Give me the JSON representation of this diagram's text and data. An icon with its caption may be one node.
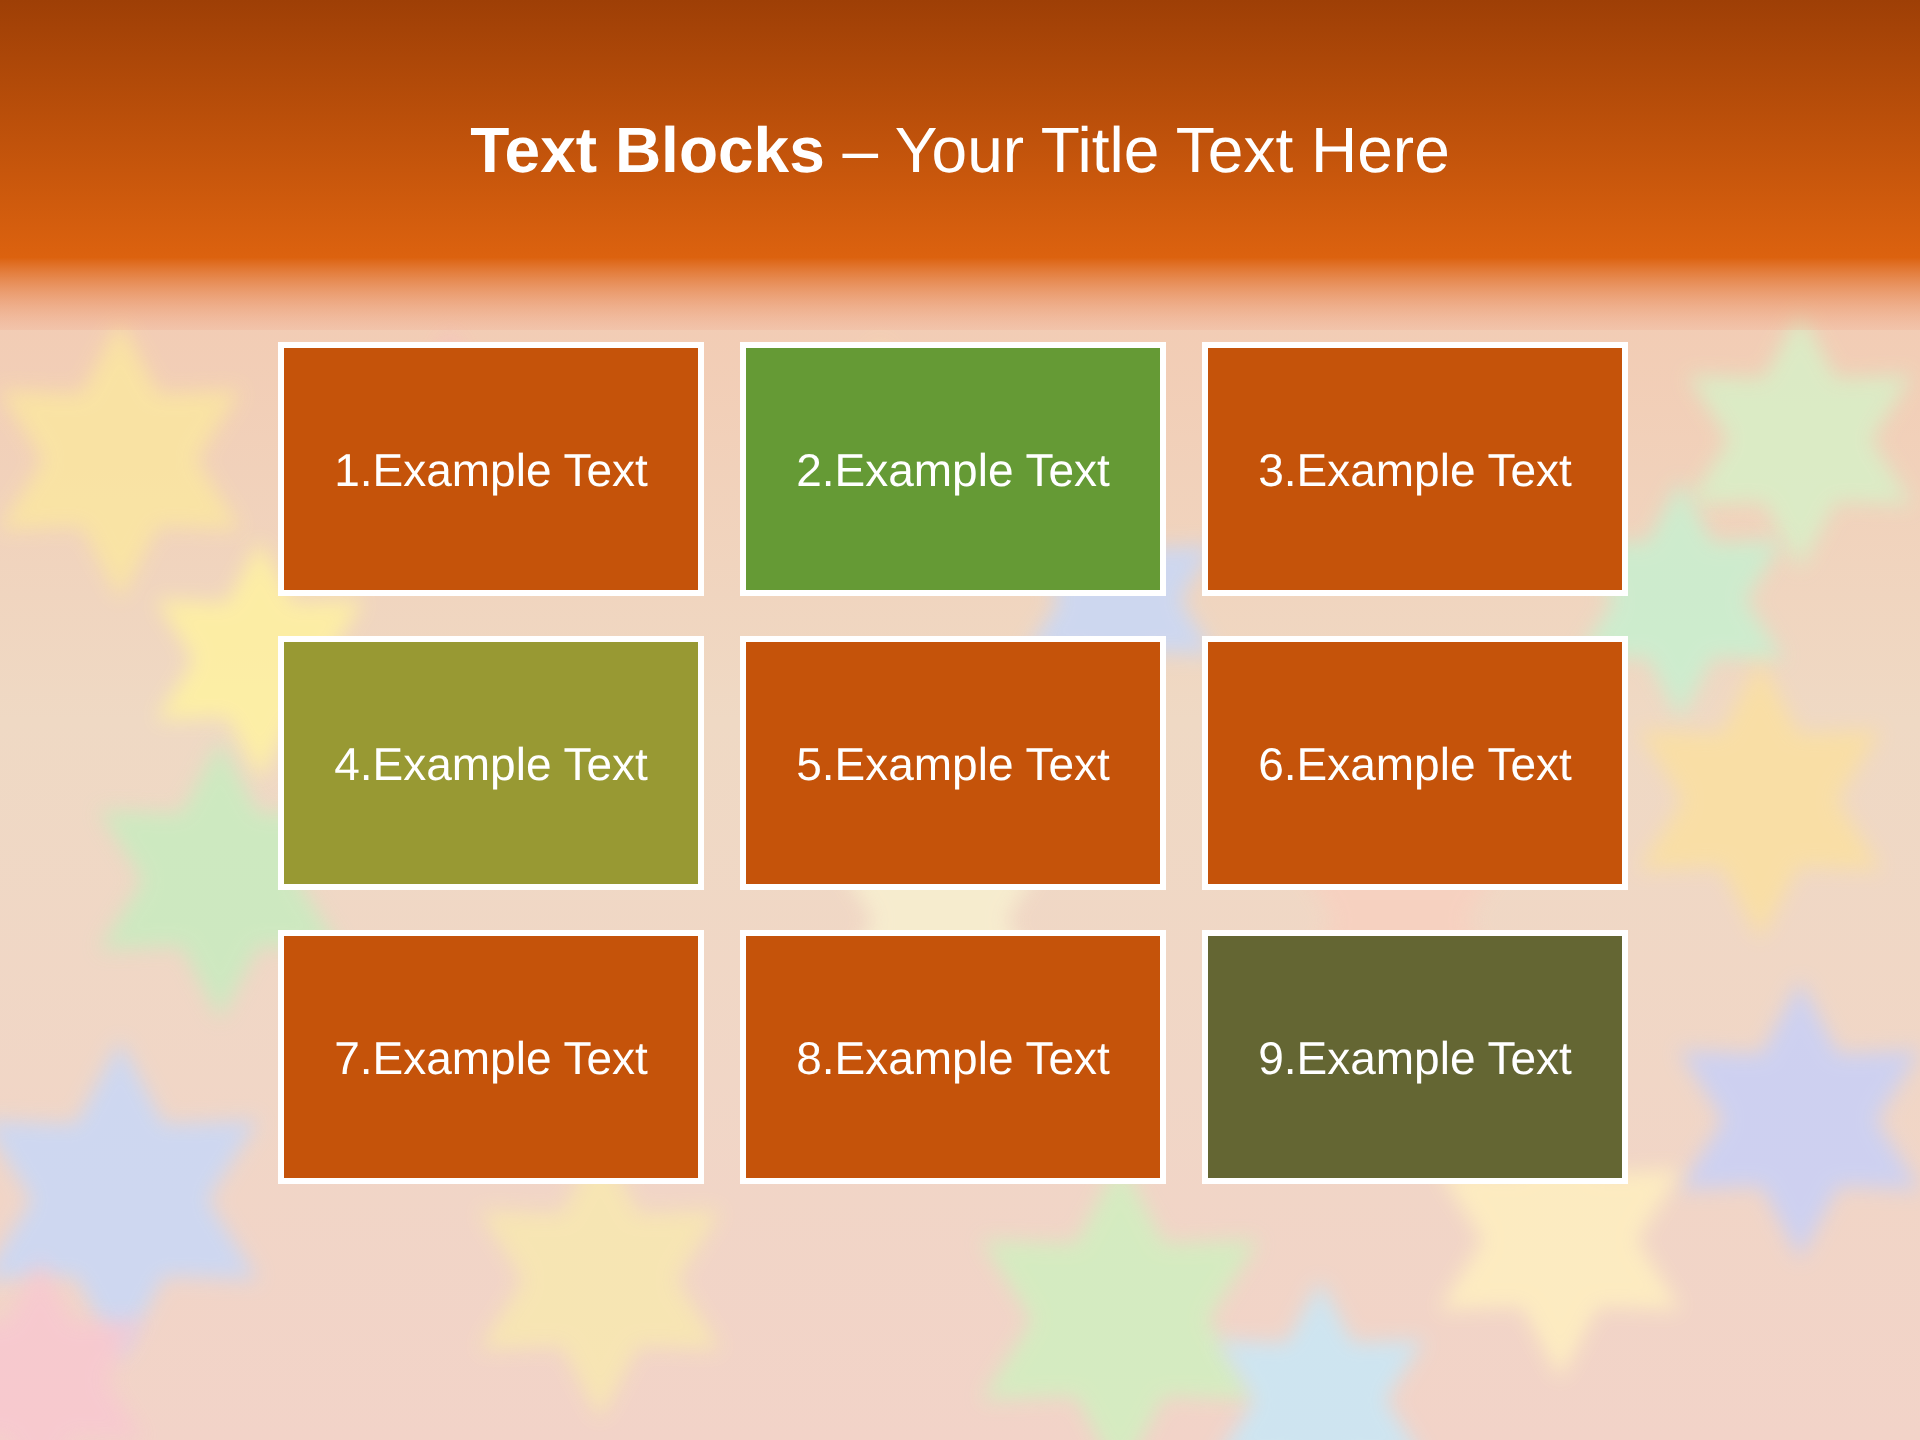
{
  "diagram": {
    "title": "**Text Blocks** – Your Title Text Here",
    "nodes": [
      {
        "text": [
          "1.Example Text"
        ]
      },
      {
        "text": [
          "2.Example Text"
        ]
      },
      {
        "text": [
          "3.Example Text"
        ]
      },
      {
        "text": [
          "4.Example Text"
        ]
      },
      {
        "text": [
          "5.Example Text"
        ]
      },
      {
        "text": [
          "6.Example Text"
        ]
      },
      {
        "text": [
          "7.Example Text"
        ]
      },
      {
        "text": [
          "8.Example Text"
        ]
      },
      {
        "text": [
          "9.Example Text"
        ]
      }
    ]
  }
}
